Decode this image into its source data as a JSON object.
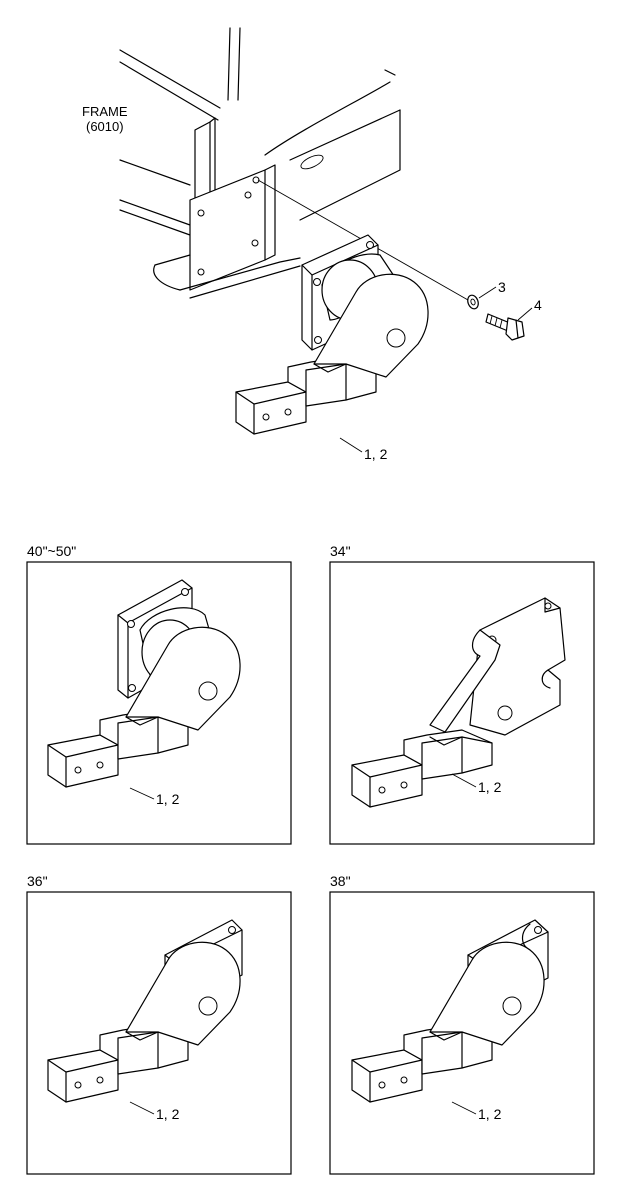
{
  "main_view": {
    "frame_label": "FRAME",
    "frame_code": "(6010)",
    "callout_3": "3",
    "callout_4": "4",
    "callout_parts": "1, 2"
  },
  "variants": [
    {
      "size_label": "40\"~50\"",
      "callout": "1, 2"
    },
    {
      "size_label": "34\"",
      "callout": "1, 2"
    },
    {
      "size_label": "36\"",
      "callout": "1, 2"
    },
    {
      "size_label": "38\"",
      "callout": "1, 2"
    }
  ]
}
